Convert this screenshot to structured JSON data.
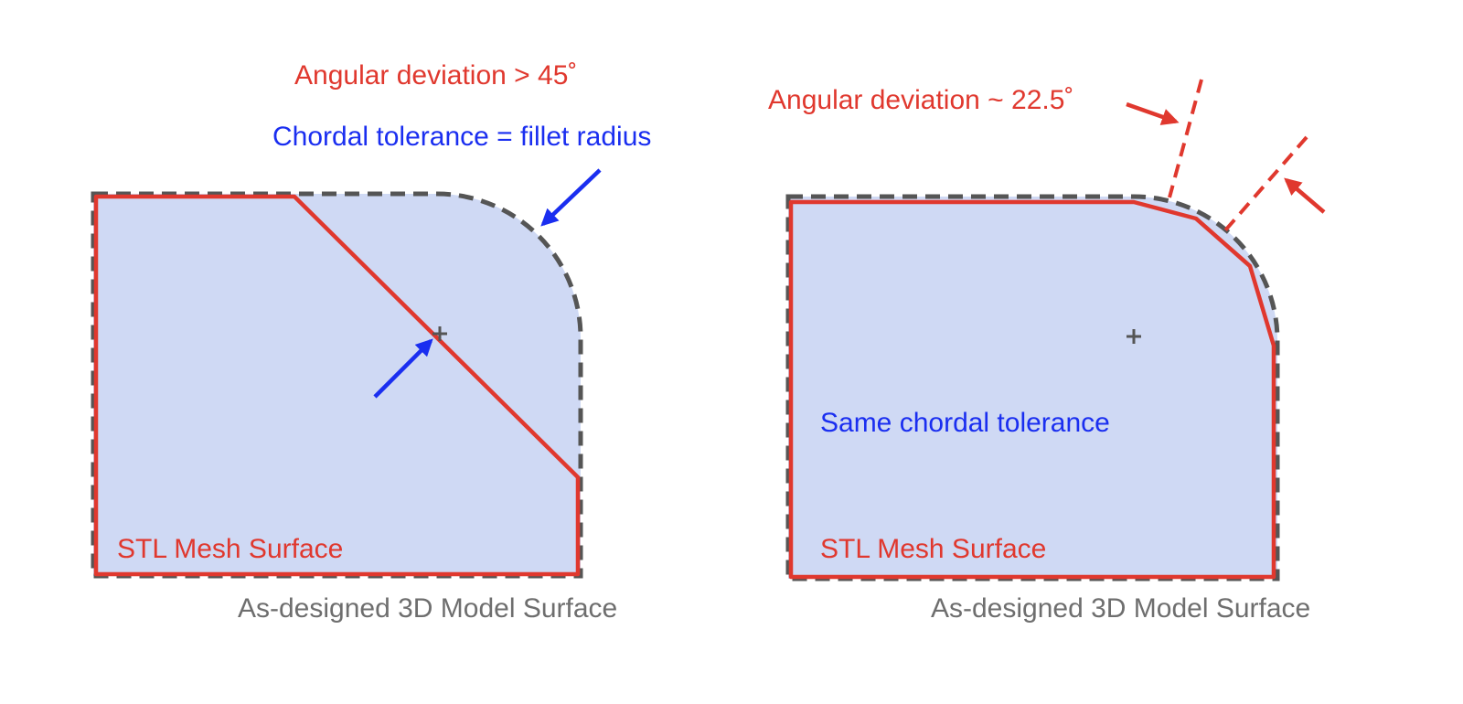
{
  "colors": {
    "mesh_red": "#e0382e",
    "tolerance_blue": "#1a2ef0",
    "model_gray": "#555555",
    "fill_lavender": "#cfd9f4",
    "caption_gray": "#6e6e6e"
  },
  "left_panel": {
    "angular_label": "Angular deviation > 45˚",
    "chordal_label": "Chordal tolerance = fillet radius",
    "mesh_label": "STL Mesh Surface",
    "model_label": "As-designed 3D Model Surface"
  },
  "right_panel": {
    "angular_label": "Angular deviation ~ 22.5˚",
    "chordal_label": "Same chordal tolerance",
    "mesh_label": "STL Mesh Surface",
    "model_label": "As-designed 3D Model Surface"
  },
  "icons": {
    "center_mark": "plus",
    "arrow": "filled-arrowhead"
  }
}
